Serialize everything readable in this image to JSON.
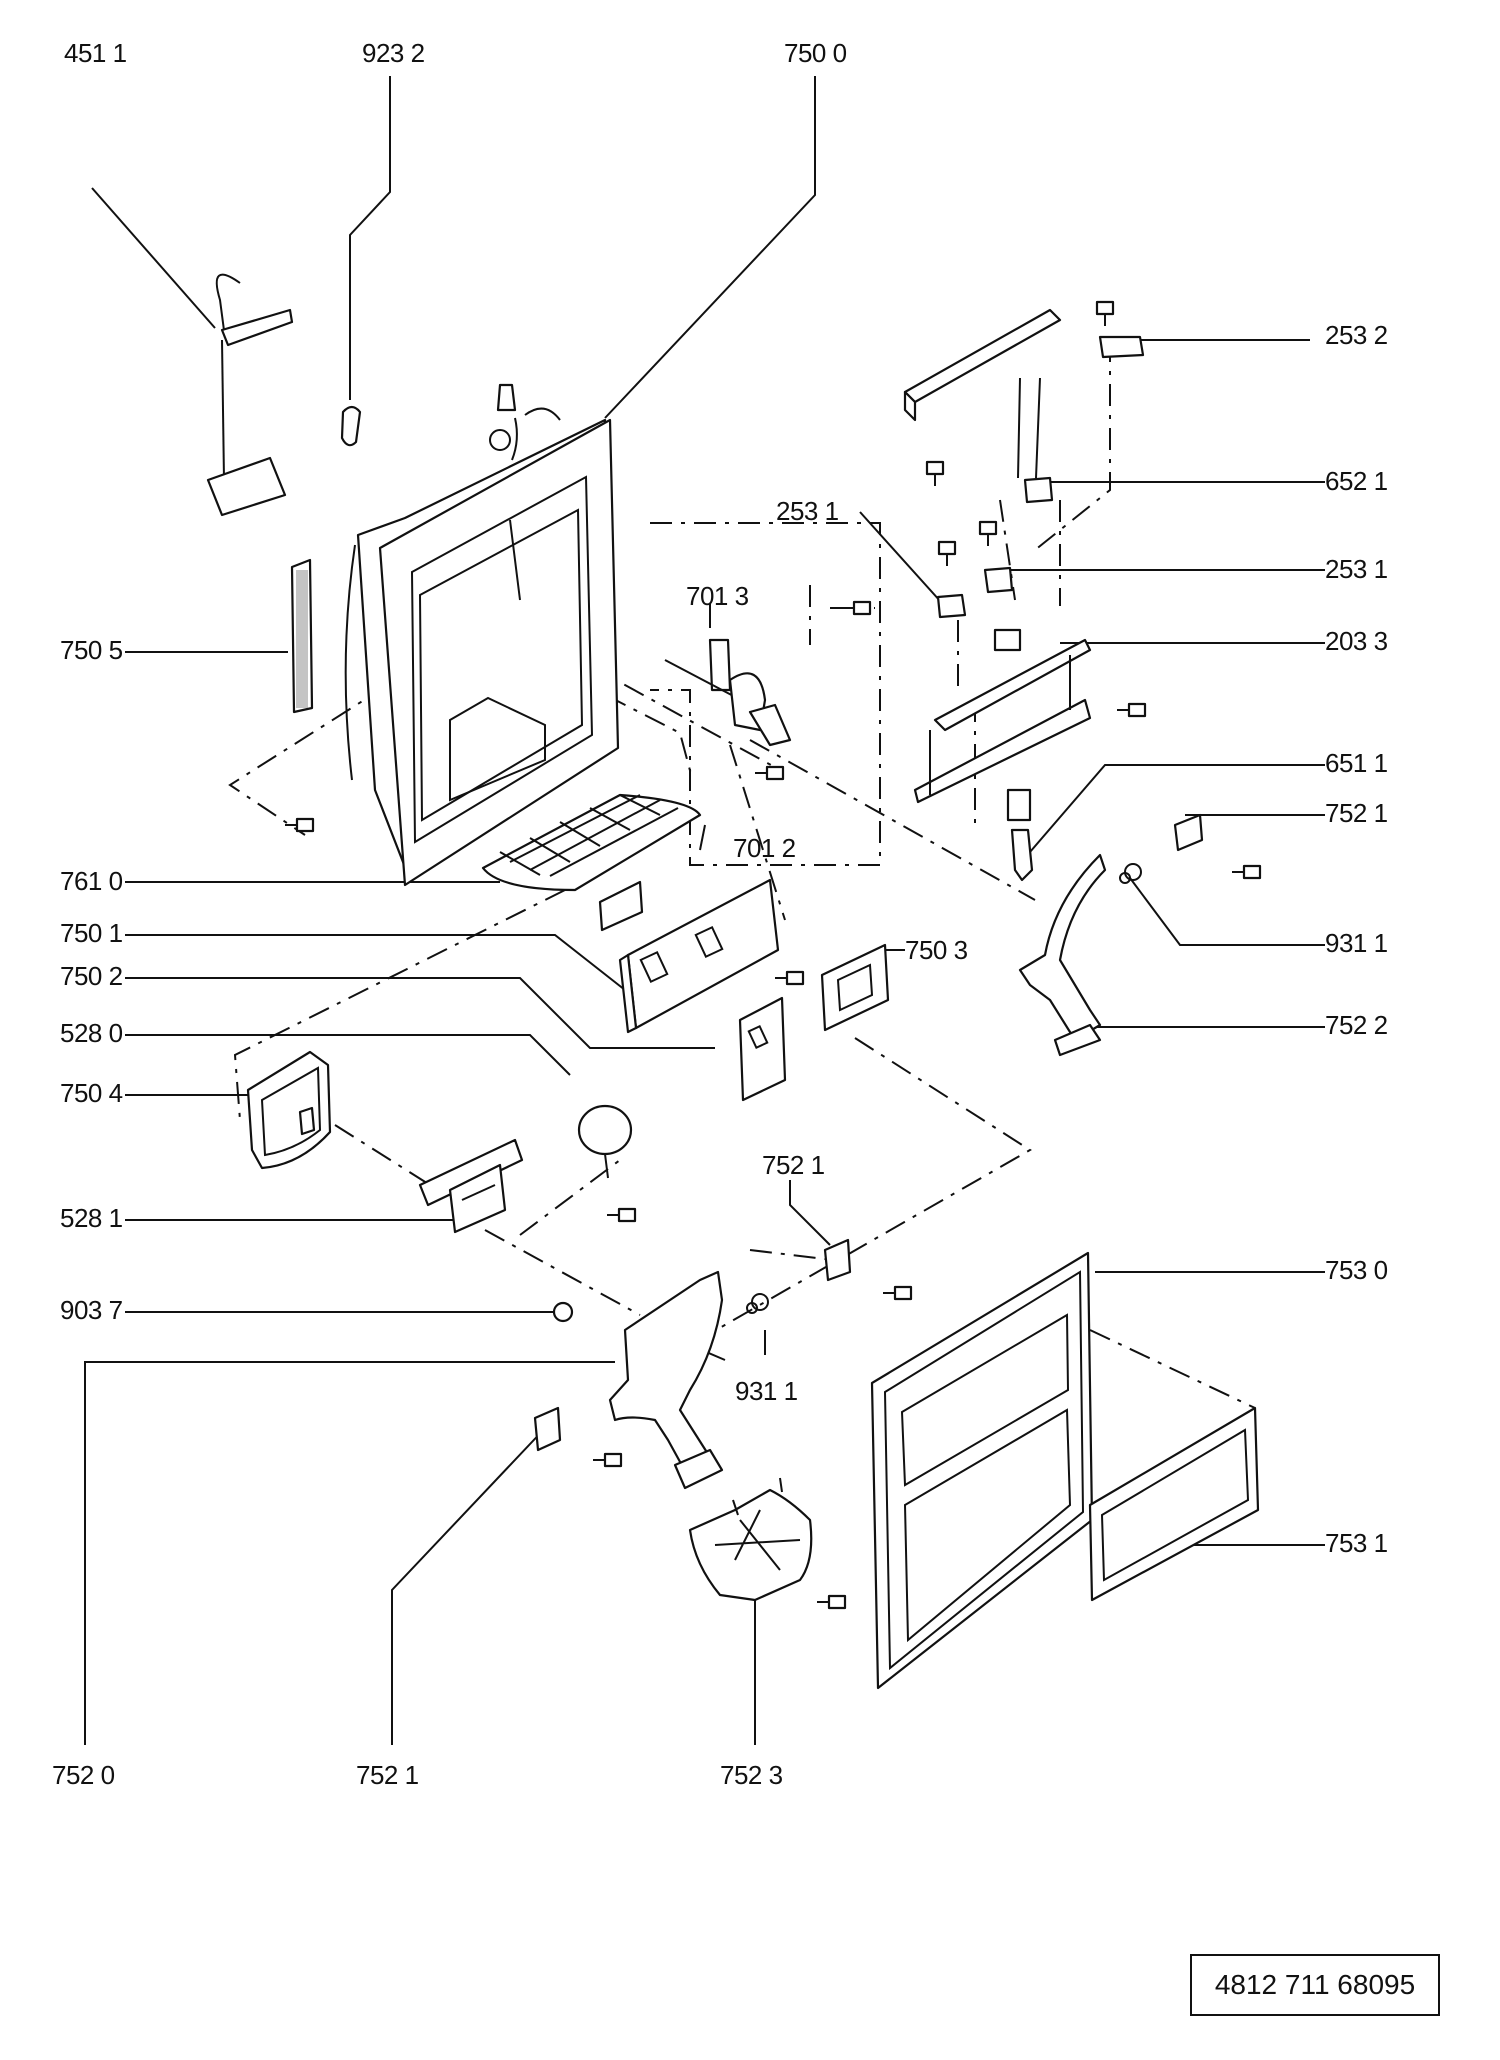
{
  "callouts": {
    "p4511": "451 1",
    "p9232": "923 2",
    "p7500": "750 0",
    "p2532": "253 2",
    "p6521": "652 1",
    "p2531a": "253 1",
    "p2531b": "253 1",
    "p7013": "701 3",
    "p2033": "203 3",
    "p7505": "750 5",
    "p6511": "651 1",
    "p7521a": "752 1",
    "p7012": "701 2",
    "p7610": "761 0",
    "p9311a": "931 1",
    "p7501": "750 1",
    "p7503": "750 3",
    "p7502": "750 2",
    "p7522": "752 2",
    "p5280": "528 0",
    "p7504": "750 4",
    "p7521b": "752 1",
    "p5281": "528 1",
    "p7530": "753 0",
    "p9037": "903 7",
    "p9311b": "931 1",
    "p7531": "753 1",
    "p7520": "752 0",
    "p7521c": "752 1",
    "p7523": "752 3"
  },
  "document_number": "4812 711 68095"
}
